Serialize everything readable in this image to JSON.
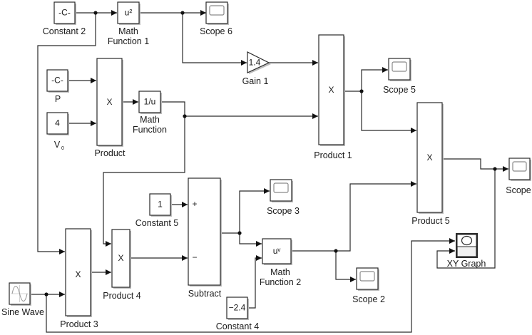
{
  "diagram": {
    "type": "simulink-block-diagram",
    "blocks": {
      "constant2": {
        "glyph": "-C-",
        "label": "Constant 2"
      },
      "math_function1": {
        "glyph": "u²",
        "label_line1": "Math",
        "label_line2": "Function 1"
      },
      "scope6": {
        "label": "Scope 6"
      },
      "constant_p": {
        "glyph": "-C-",
        "label": "P"
      },
      "constant_v0": {
        "glyph": "4",
        "label_main": "V",
        "label_sub": "0"
      },
      "product": {
        "glyph": "X",
        "label": "Product"
      },
      "math_function": {
        "glyph": "1/u",
        "label_line1": "Math",
        "label_line2": "Function"
      },
      "gain1": {
        "glyph": "1.4",
        "label": "Gain 1"
      },
      "product1": {
        "glyph": "X",
        "label": "Product 1"
      },
      "scope5": {
        "label": "Scope 5"
      },
      "product5": {
        "glyph": "X",
        "label": "Product 5"
      },
      "scope": {
        "label": "Scope"
      },
      "constant5": {
        "glyph": "1",
        "label": "Constant 5"
      },
      "subtract": {
        "label": "Subtract",
        "port_plus": "+",
        "port_minus": "−"
      },
      "scope3": {
        "label": "Scope 3"
      },
      "math_function2": {
        "glyph": "uᵛ",
        "label_line1": "Math",
        "label_line2": "Function 2"
      },
      "constant4": {
        "glyph": "−2.4",
        "label": "Constant 4"
      },
      "scope2": {
        "label": "Scope 2"
      },
      "product3": {
        "glyph": "X",
        "label": "Product 3"
      },
      "product4": {
        "glyph": "X",
        "label": "Product 4"
      },
      "sine_wave": {
        "label": "Sine Wave",
        "icon": "sine-wave-icon"
      },
      "xy_graph": {
        "label": "XY Graph",
        "icon": "xy-graph-icon"
      }
    },
    "connections": [
      {
        "from": "Constant 2",
        "to": "Math Function 1"
      },
      {
        "from": "Constant 2",
        "to": "Product 3"
      },
      {
        "from": "Math Function 1",
        "to": "Scope 6"
      },
      {
        "from": "Math Function 1",
        "to": "Gain 1"
      },
      {
        "from": "Gain 1",
        "to": "Product 1"
      },
      {
        "from": "P",
        "to": "Product"
      },
      {
        "from": "V0",
        "to": "Product"
      },
      {
        "from": "Product",
        "to": "Math Function"
      },
      {
        "from": "Math Function",
        "to": "Product 1"
      },
      {
        "from": "Math Function",
        "to": "Product 4"
      },
      {
        "from": "Product 1",
        "to": "Scope 5"
      },
      {
        "from": "Product 1",
        "to": "Product 5"
      },
      {
        "from": "Math Function 2",
        "to": "Product 5"
      },
      {
        "from": "Math Function 2",
        "to": "Scope 2"
      },
      {
        "from": "Product 5",
        "to": "Scope"
      },
      {
        "from": "Product 5",
        "to": "XY Graph"
      },
      {
        "from": "Sine Wave",
        "to": "Product 3"
      },
      {
        "from": "Sine Wave",
        "to": "XY Graph"
      },
      {
        "from": "Product 3",
        "to": "Product 4"
      },
      {
        "from": "Constant 5",
        "to": "Subtract"
      },
      {
        "from": "Product 4",
        "to": "Subtract"
      },
      {
        "from": "Subtract",
        "to": "Scope 3"
      },
      {
        "from": "Subtract",
        "to": "Math Function 2"
      },
      {
        "from": "Constant 4",
        "to": "Math Function 2"
      }
    ]
  }
}
